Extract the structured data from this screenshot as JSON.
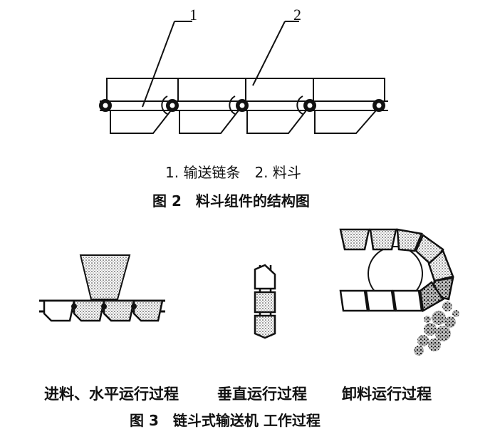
{
  "figure2": {
    "label_1": "1",
    "label_2": "2",
    "legend": "1. 输送链条　2. 料斗",
    "title": "图 2　料斗组件的结构图"
  },
  "figure3": {
    "stage_captions": [
      "进料、水平运行过程",
      "垂直运行过程",
      "卸料运行过程"
    ],
    "title": "图 3　链斗式输送机 工作过程"
  }
}
